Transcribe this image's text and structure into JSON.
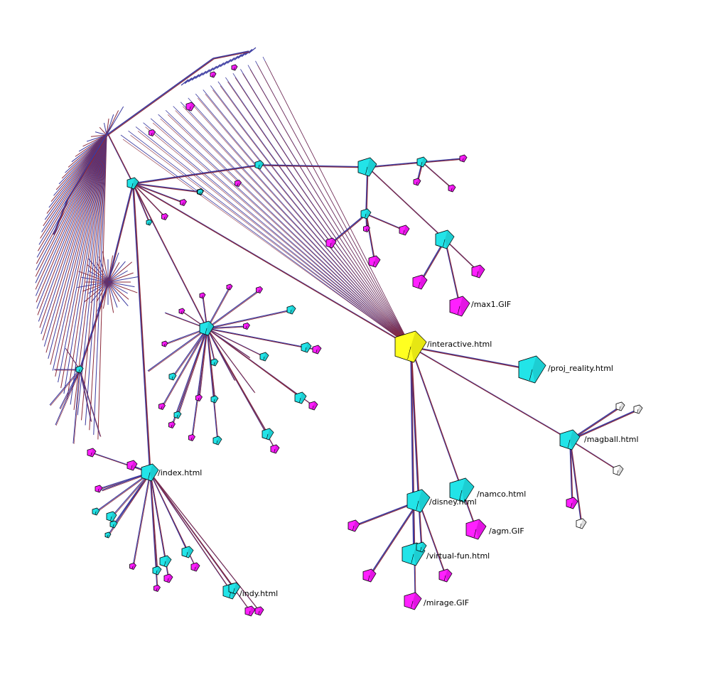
{
  "colors": {
    "background": "#ffffff",
    "html_node": "#22e4e8",
    "html_node_dark": "#15a7aa",
    "image_node": "#ff20ff",
    "image_node_dark": "#b000b0",
    "root_node": "#ffff20",
    "root_node_dark": "#b8b800",
    "other_node": "#ffffff",
    "edge_blue": "#3a3aa0",
    "edge_red": "#8b2a3a"
  },
  "labels": {
    "interactive": "/interactive.html",
    "proj_reality": "/proj_reality.html",
    "magball": "/magball.html",
    "namco": "/namco.html",
    "disney": "/disney.html",
    "agm": "/agm.GIF",
    "virtual_fun": "/virtual-fun.html",
    "mirage": "/mirage.GIF",
    "max1": "/max1.GIF",
    "index": "/index.html",
    "indy": "/indy.html"
  }
}
